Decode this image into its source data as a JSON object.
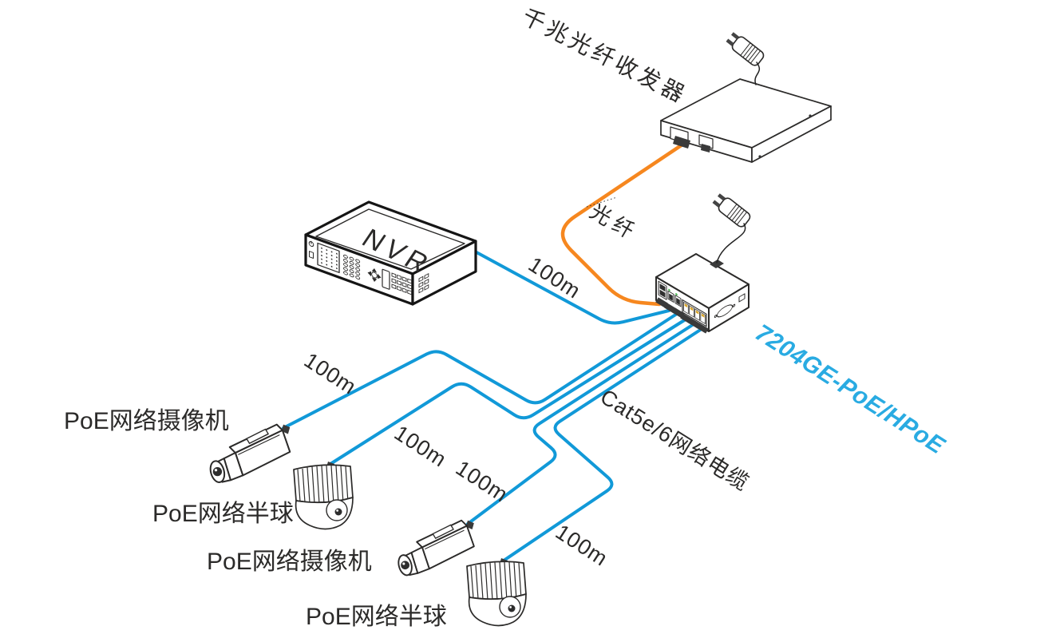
{
  "diagram": {
    "devices": {
      "transceiver": {
        "label": "千兆光纤收发器"
      },
      "nvr": {
        "label": "NVR"
      },
      "poe_switch": {
        "model": "7204GE-PoE/HPoE"
      },
      "cameras": [
        {
          "type": "bullet",
          "label": "PoE网络摄像机"
        },
        {
          "type": "dome",
          "label": "PoE网络半球"
        },
        {
          "type": "bullet",
          "label": "PoE网络摄像机"
        },
        {
          "type": "dome",
          "label": "PoE网络半球"
        }
      ]
    },
    "cables": {
      "fiber_label": "光纤",
      "network_label": "Cat5e/6网络电缆",
      "distance_nvr": "100m",
      "distance_cam1": "100m",
      "distance_cam2": "100m",
      "distance_cam3": "100m",
      "distance_cam4": "100m"
    },
    "colors": {
      "cable_blue": "#1199D8",
      "fiber_orange": "#F6871F",
      "label_blue": "#29ABE2",
      "line_dark": "#2B2A29"
    }
  }
}
